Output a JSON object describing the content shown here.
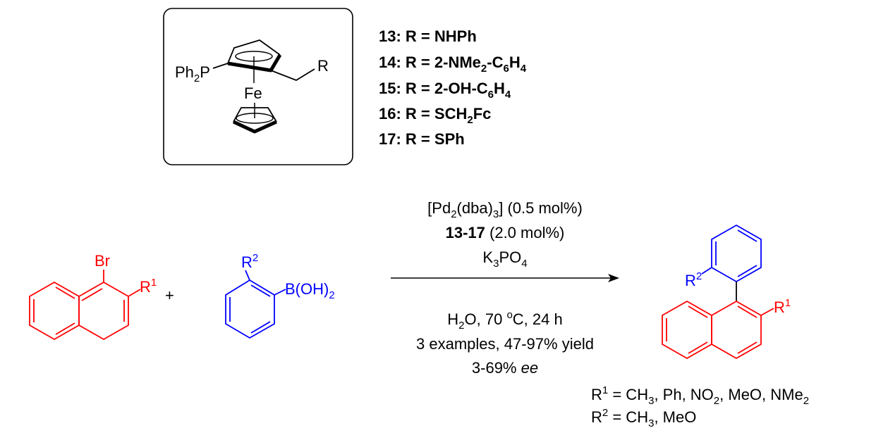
{
  "ligand": {
    "ph2p": "Ph",
    "ph2p_sub": "2",
    "ph2p_tail": "P",
    "fe": "Fe",
    "r": "R"
  },
  "ligand_list": [
    {
      "num": "13",
      "r": "NHPh"
    },
    {
      "num": "14",
      "r": "2-NMe",
      "s1": "2",
      "r2": "-C",
      "s2": "6",
      "r3": "H",
      "s3": "4"
    },
    {
      "num": "15",
      "r": "2-OH-C",
      "s1": "6",
      "r2": "H",
      "s2": "4"
    },
    {
      "num": "16",
      "r": "SCH",
      "s1": "2",
      "r2": "Fc"
    },
    {
      "num": "17",
      "r": "SPh"
    }
  ],
  "reactant1": {
    "br": "Br",
    "r1": "R",
    "r1_sup": "1"
  },
  "plus": "+",
  "reactant2": {
    "r2": "R",
    "r2_sup": "2",
    "boh": "B(OH)",
    "boh_sub": "2"
  },
  "conditions": {
    "line1": {
      "a": "[Pd",
      "s1": "2",
      "b": "(dba)",
      "s2": "3",
      "c": "] (0.5 mol%)"
    },
    "line2": {
      "bold": "13-17",
      "rest": " (2.0 mol%)"
    },
    "line3": {
      "a": "K",
      "s1": "3",
      "b": "PO",
      "s2": "4"
    },
    "line4": {
      "a": "H",
      "s1": "2",
      "b": "O, 70 ",
      "sup": "o",
      "c": "C, 24 h"
    },
    "line5": "3 examples, 47-97% yield",
    "line6": {
      "a": "3-69% ",
      "ee": "ee"
    }
  },
  "product": {
    "r2": "R",
    "r2_sup": "2",
    "r1": "R",
    "r1_sup": "1"
  },
  "footnote": {
    "r1_line": {
      "r": "R",
      "sup": "1",
      "a": " = CH",
      "s1": "3",
      "b": ", Ph, NO",
      "s2": "2",
      "c": ", MeO, NMe",
      "s3": "2"
    },
    "r2_line": {
      "r": "R",
      "sup": "2",
      "a": " = CH",
      "s1": "3",
      "b": ", MeO"
    }
  },
  "colors": {
    "reactant1": "#ff0000",
    "reactant2": "#0000ff",
    "text": "#000000"
  }
}
